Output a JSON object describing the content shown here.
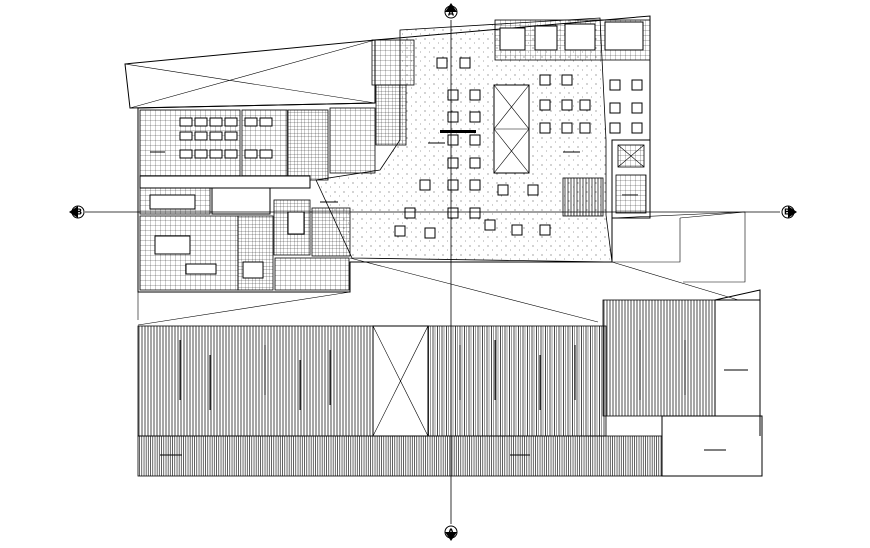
{
  "drawing": {
    "axis_markers": [
      {
        "id": "top",
        "label": "A"
      },
      {
        "id": "bottom",
        "label": "A"
      },
      {
        "id": "left",
        "label": "B"
      },
      {
        "id": "right",
        "label": "B"
      }
    ]
  },
  "colors": {
    "line": "#000000",
    "background": "#ffffff"
  }
}
